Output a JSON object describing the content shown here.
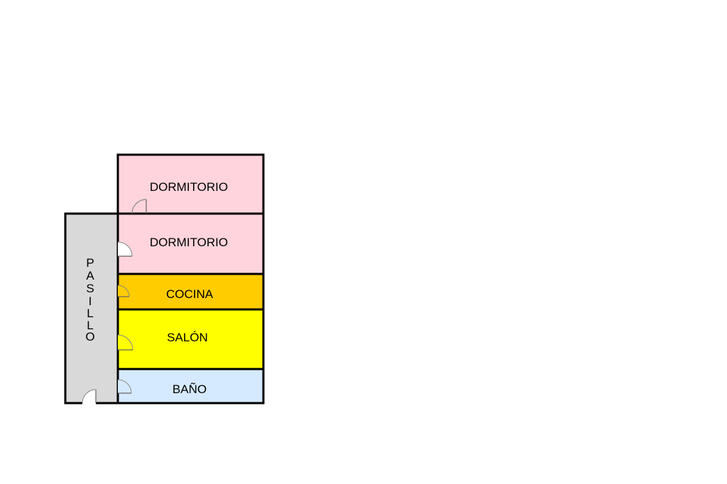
{
  "colors": {
    "pasillo": "#d9d9d9",
    "dormitorio": "#ffd4dc",
    "cocina": "#ffcc00",
    "salon": "#ffff00",
    "bano": "#d6eaff",
    "wall": "#000000"
  },
  "rooms": {
    "dormitorio_1": "DORMITORIO",
    "dormitorio_2": "DORMITORIO",
    "cocina": "COCINA",
    "salon": "SALÓN",
    "bano": "BAÑO"
  },
  "pasillo": {
    "letters": [
      "P",
      "A",
      "S",
      "I",
      "L",
      "L",
      "O"
    ]
  }
}
